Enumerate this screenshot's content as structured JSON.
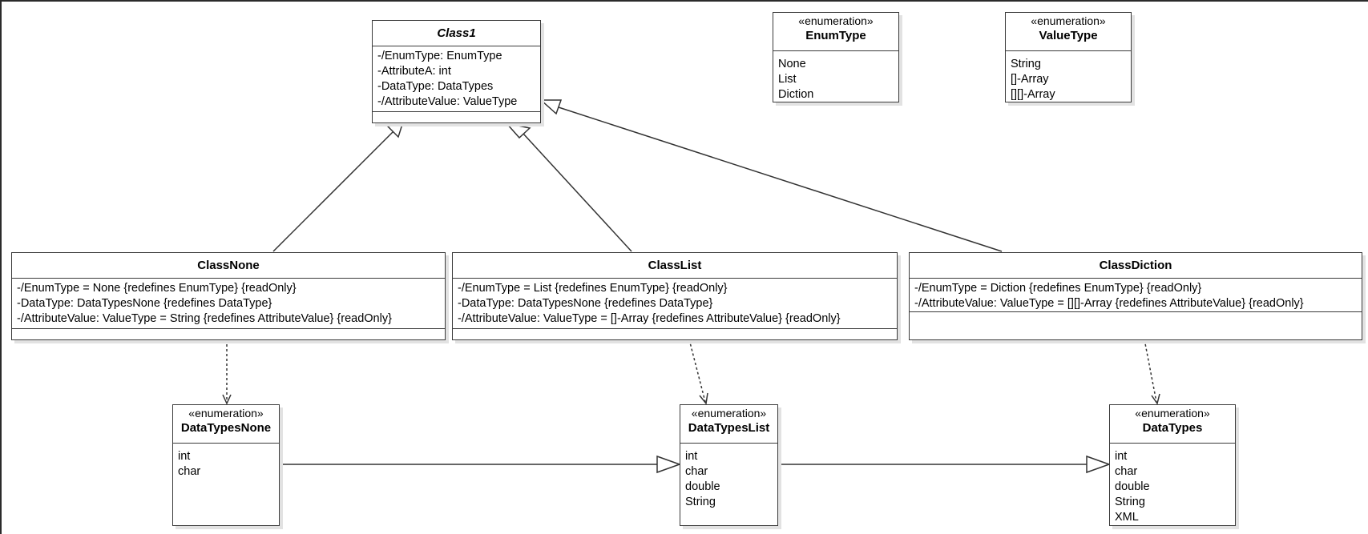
{
  "classes": {
    "class1": {
      "name": "Class1",
      "attributes": [
        "-/EnumType: EnumType",
        "-AttributeA: int",
        "-DataType: DataTypes",
        "-/AttributeValue: ValueType"
      ]
    },
    "class_none": {
      "name": "ClassNone",
      "attributes": [
        "-/EnumType = None {redefines EnumType} {readOnly}",
        "-DataType: DataTypesNone {redefines DataType}",
        "-/AttributeValue: ValueType = String {redefines AttributeValue} {readOnly}"
      ]
    },
    "class_list": {
      "name": "ClassList",
      "attributes": [
        "-/EnumType = List {redefines EnumType} {readOnly}",
        "-DataType: DataTypesNone {redefines DataType}",
        "-/AttributeValue: ValueType = []-Array {redefines AttributeValue} {readOnly}"
      ]
    },
    "class_diction": {
      "name": "ClassDiction",
      "attributes": [
        "-/EnumType = Diction {redefines EnumType} {readOnly}",
        "-/AttributeValue: ValueType = [][]-Array {redefines AttributeValue} {readOnly}"
      ]
    }
  },
  "enums": {
    "enum_type": {
      "stereotype": "«enumeration»",
      "name": "EnumType",
      "literals": [
        "None",
        "List",
        "Diction"
      ]
    },
    "value_type": {
      "stereotype": "«enumeration»",
      "name": "ValueType",
      "literals": [
        "String",
        "[]-Array",
        "[][]-Array"
      ]
    },
    "data_types_none": {
      "stereotype": "«enumeration»",
      "name": "DataTypesNone",
      "literals": [
        "int",
        "char"
      ]
    },
    "data_types_list": {
      "stereotype": "«enumeration»",
      "name": "DataTypesList",
      "literals": [
        "int",
        "char",
        "double",
        "String"
      ]
    },
    "data_types": {
      "stereotype": "«enumeration»",
      "name": "DataTypes",
      "literals": [
        "int",
        "char",
        "double",
        "String",
        "XML"
      ]
    }
  },
  "relations": [
    {
      "type": "generalization",
      "from": "ClassNone",
      "to": "Class1"
    },
    {
      "type": "generalization",
      "from": "ClassList",
      "to": "Class1"
    },
    {
      "type": "generalization",
      "from": "ClassDiction",
      "to": "Class1"
    },
    {
      "type": "dependency",
      "from": "ClassNone",
      "to": "DataTypesNone"
    },
    {
      "type": "dependency",
      "from": "ClassList",
      "to": "DataTypesList"
    },
    {
      "type": "dependency",
      "from": "ClassDiction",
      "to": "DataTypes"
    },
    {
      "type": "generalization",
      "from": "DataTypesNone",
      "to": "DataTypesList"
    },
    {
      "type": "generalization",
      "from": "DataTypesList",
      "to": "DataTypes"
    }
  ],
  "colors": {
    "line": "#333333",
    "shadow": "#e2e2e2",
    "background": "#ffffff"
  }
}
